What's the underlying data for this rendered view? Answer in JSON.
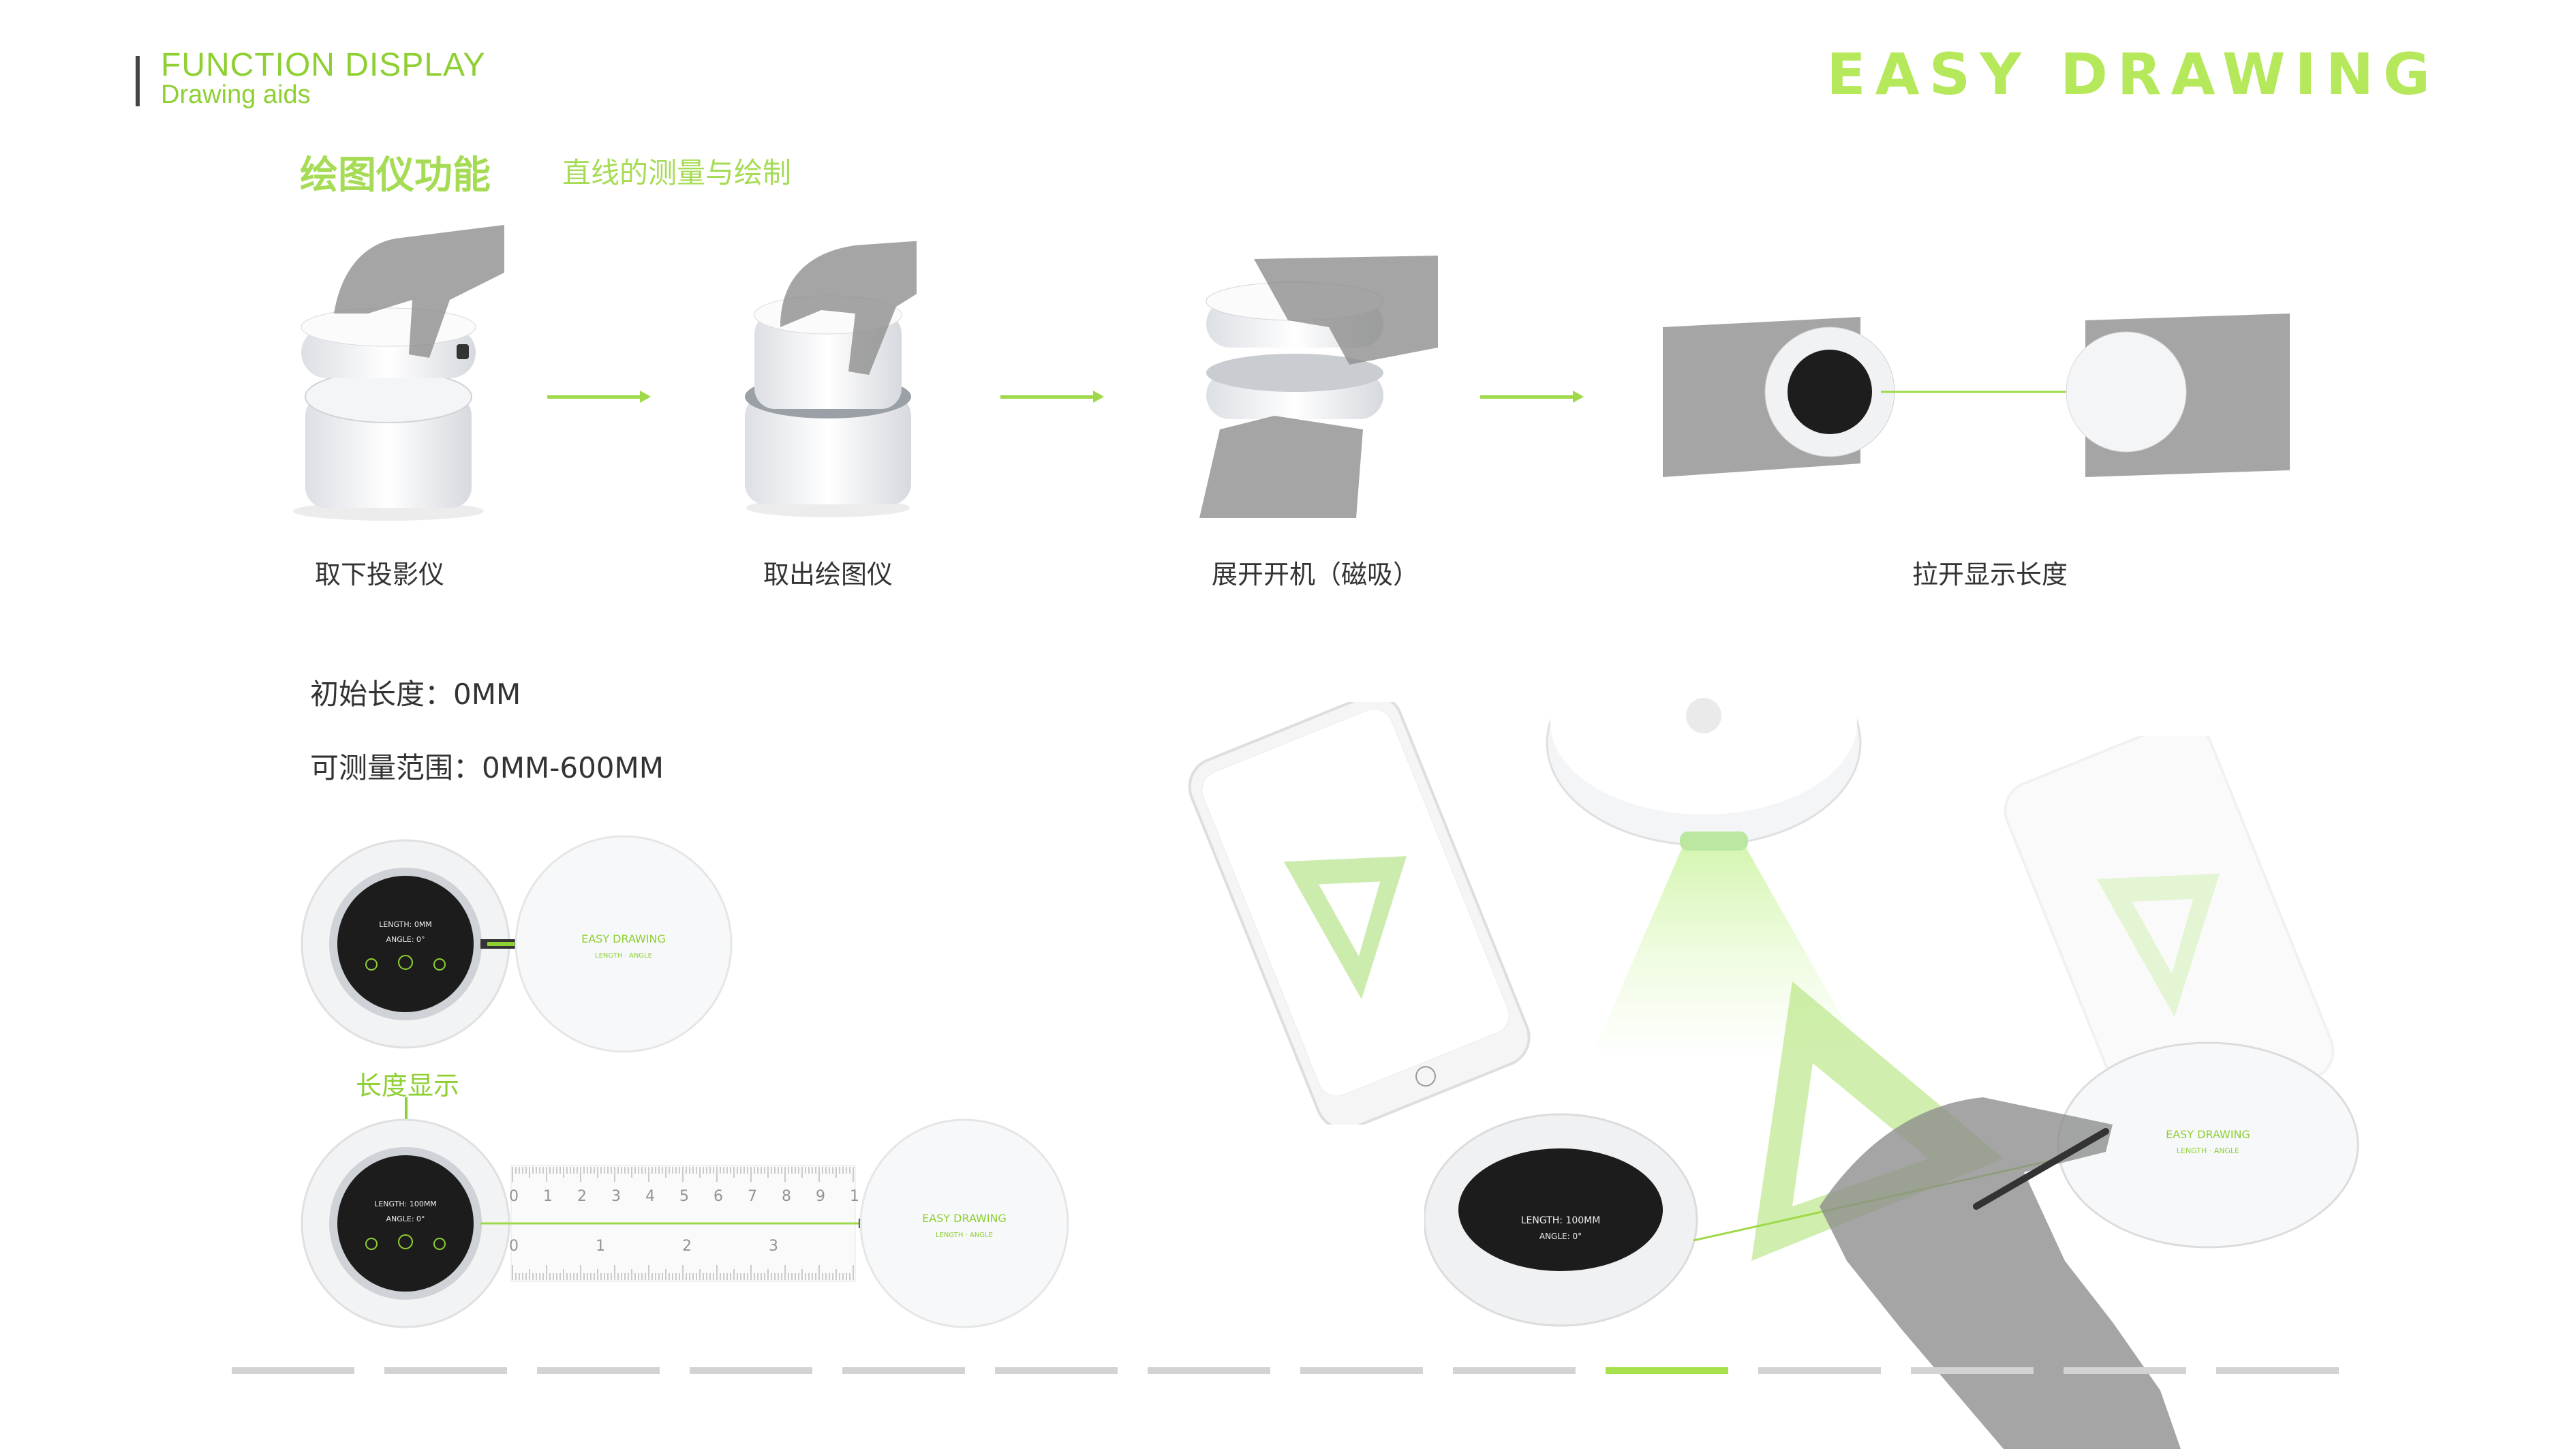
{
  "header": {
    "title": "FUNCTION DISPLAY",
    "subtitle": "Drawing aids",
    "brand": "EASY DRAWING"
  },
  "section": {
    "title": "绘图仪功能",
    "subtitle": "直线的测量与绘制"
  },
  "steps": [
    {
      "label": "取下投影仪"
    },
    {
      "label": "取出绘图仪"
    },
    {
      "label": "展开开机（磁吸）"
    },
    {
      "label": "拉开显示长度"
    }
  ],
  "specs": {
    "initial": "初始长度：0MM",
    "range": "可测量范围：0MM-600MM"
  },
  "callout": {
    "length_display": "长度显示"
  },
  "device": {
    "screen_top": {
      "length": "LENGTH: 0MM",
      "angle": "ANGLE: 0°"
    },
    "screen_bottom": {
      "length": "LENGTH: 100MM",
      "angle": "ANGLE: 0°"
    },
    "screen_big": {
      "length": "LENGTH: 100MM",
      "angle": "ANGLE: 0°"
    },
    "cap_brand": "EASY DRAWING",
    "cap_sub": "LENGTH · ANGLE"
  },
  "ruler": {
    "top_numbers": [
      "0",
      "1",
      "2",
      "3",
      "4",
      "5",
      "6",
      "7",
      "8",
      "9",
      "1"
    ],
    "bottom_numbers": [
      "0",
      "1",
      "2",
      "3"
    ]
  },
  "pagination": {
    "total": 14,
    "active_index": 9
  },
  "colors": {
    "accent": "#8ecf32",
    "accent_light": "#a6e04a",
    "inactive_dash": "#d3d3d3",
    "screen": "#1c1c1c",
    "hand": "#8c8c8c"
  }
}
